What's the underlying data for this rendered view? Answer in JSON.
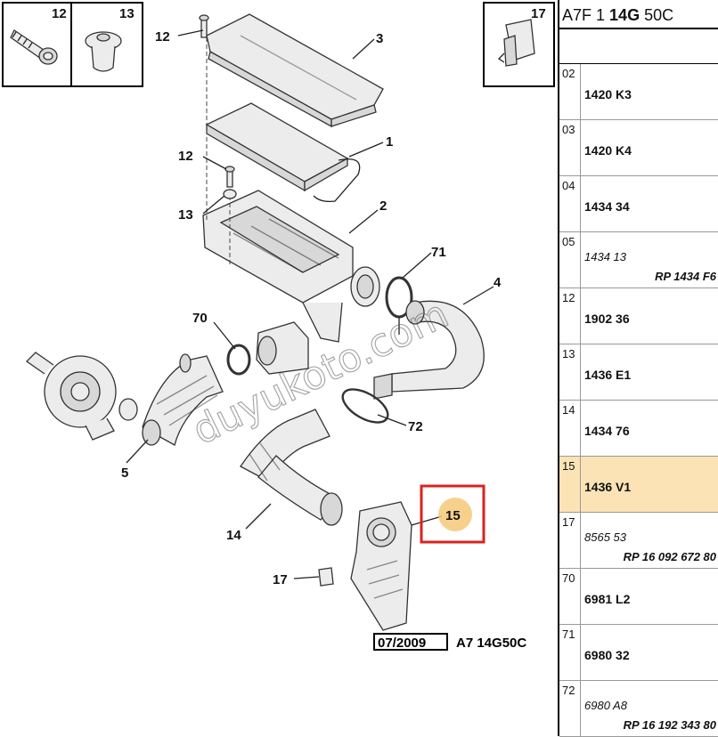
{
  "diagram": {
    "callouts": {
      "c12_top": "12",
      "c3": "3",
      "c1": "1",
      "c12_mid": "12",
      "c13_mid": "13",
      "c2": "2",
      "c71": "71",
      "c4": "4",
      "c70": "70",
      "c5": "5",
      "c72": "72",
      "c14": "14",
      "c15": "15",
      "c17": "17"
    },
    "insets": {
      "box12": "12",
      "box13": "13",
      "box17": "17"
    },
    "watermark": "duyukoto.com",
    "footer": {
      "date": "07/2009",
      "code": "A7 14G50C"
    },
    "highlight_color": "#d9231f",
    "badge_color": "#f5c978"
  },
  "side": {
    "header": {
      "a": "A7F 1",
      "b": "14G",
      "c": "50C"
    },
    "rows": [
      {
        "idx": "02",
        "code": "1420 K3",
        "italic": false,
        "alt": ""
      },
      {
        "idx": "03",
        "code": "1420 K4",
        "italic": false,
        "alt": ""
      },
      {
        "idx": "04",
        "code": "1434 34",
        "italic": false,
        "alt": ""
      },
      {
        "idx": "05",
        "code": "1434 13",
        "italic": true,
        "alt": "RP 1434 F6"
      },
      {
        "idx": "12",
        "code": "1902 36",
        "italic": false,
        "alt": ""
      },
      {
        "idx": "13",
        "code": "1436 E1",
        "italic": false,
        "alt": ""
      },
      {
        "idx": "14",
        "code": "1434 76",
        "italic": false,
        "alt": ""
      },
      {
        "idx": "15",
        "code": "1436 V1",
        "italic": false,
        "alt": "",
        "highlight": true
      },
      {
        "idx": "17",
        "code": "8565 53",
        "italic": true,
        "alt": "RP 16 092 672 80"
      },
      {
        "idx": "70",
        "code": "6981 L2",
        "italic": false,
        "alt": ""
      },
      {
        "idx": "71",
        "code": "6980 32",
        "italic": false,
        "alt": ""
      },
      {
        "idx": "72",
        "code": "6980 A8",
        "italic": true,
        "alt": "RP 16 192 343 80"
      }
    ]
  }
}
